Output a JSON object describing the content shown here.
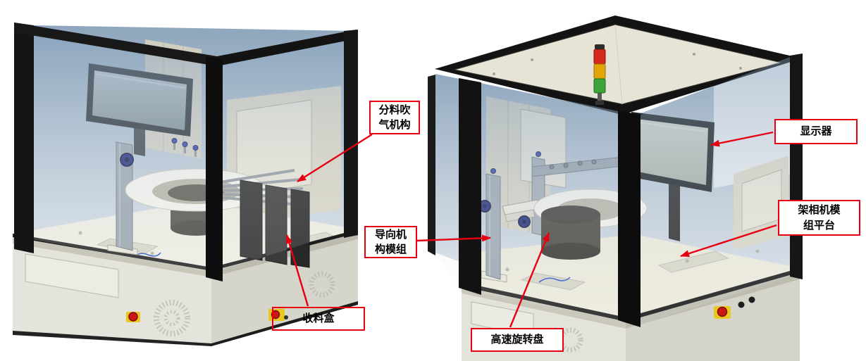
{
  "diagram": {
    "background_color": "#ffffff",
    "arrow_color": "#e60012",
    "label_style": {
      "border_color": "#e60012",
      "text_color": "#000000",
      "background": "#ffffff"
    },
    "labels": [
      {
        "id": "blow-mechanism",
        "text": "分料吹气机构",
        "lines": [
          "分料吹",
          "气机构"
        ]
      },
      {
        "id": "guide-module",
        "text": "导向机构模组",
        "lines": [
          "导向机",
          "构模组"
        ]
      },
      {
        "id": "collection-box",
        "text": "收料盒",
        "lines": [
          "收料盒"
        ]
      },
      {
        "id": "monitor",
        "text": "显示器",
        "lines": [
          "显示器"
        ]
      },
      {
        "id": "camera-module-platform",
        "text": "架相机模组平台",
        "lines": [
          "架相机模",
          "组平台"
        ]
      },
      {
        "id": "high-speed-rotary-disk",
        "text": "高速旋转盘",
        "lines": [
          "高速旋转盘"
        ]
      }
    ],
    "machine_palette": {
      "frame_black": "#141414",
      "glass_blue": "#8fa6bf",
      "interior_top": "#9db0c4",
      "interior_bottom": "#e4e9ee",
      "wall_beige": "#d8d4c4",
      "table_top": "#eeebdc",
      "cabinet_face": "#e3e2db",
      "rotary_disk_white": "#f6f5ee",
      "bowl_dark": "#413f36",
      "collection_box_dark": "#333330",
      "aluminum": "#9ca6b0",
      "knob_navy": "#19247a",
      "monitor_bezel": "#1e2326",
      "monitor_screen": "#c3cac3",
      "stack_light_red": "#d4281c",
      "stack_light_yellow": "#e2a50a",
      "stack_light_green": "#3da33a",
      "estop_red": "#cf1616",
      "estop_yellow": "#e8c71e"
    }
  }
}
